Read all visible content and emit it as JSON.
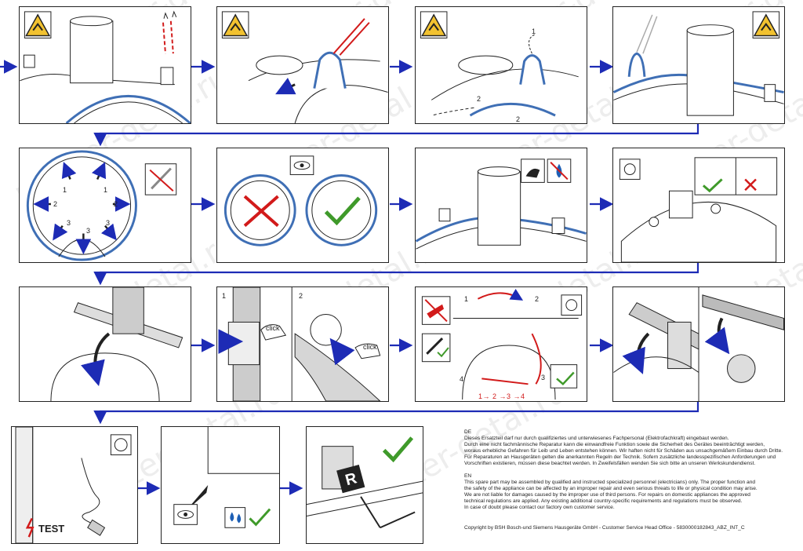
{
  "watermark": "master-detal.ru",
  "labels": {
    "click": "click",
    "sequence": "1→ 2 →3 →4",
    "test": "TEST",
    "n1": "1",
    "n2": "2",
    "n3": "3",
    "n4": "4"
  },
  "text": {
    "de_heading": "DE",
    "de_lines": [
      "Dieses Ersatzteil darf nur durch qualifiziertes und unterwiesenes Fachpersonal (Elektrofachkraft) eingebaut werden.",
      "Durch eine nicht fachmännische Reparatur kann die einwandfreie Funktion sowie die Sicherheit des Gerätes beeinträchtigt werden,",
      "woraus erhebliche Gefahren für Leib und Leben entstehen können. Wir haften nicht für Schäden aus unsachgemäßem Einbau durch Dritte.",
      "Für Reparaturen an Hausgeräten gelten die anerkannten Regeln der Technik. Sofern zusätzliche landesspezifischen Anforderungen und",
      "Vorschriften existieren, müssen diese beachtet werden. In Zweifelsfällen wenden Sie sich bitte an unseren Werkskundendienst."
    ],
    "en_heading": "EN",
    "en_lines": [
      "This spare part may be assembled by qualified and instructed specialized personnel (electricians) only. The proper function and",
      "the safety of the appliance can be affected by an improper repair and even serious threats to life or physical condition may arise.",
      "We are not liable for damages caused by the improper use of third persons. For repairs on domestic appliances the approved",
      "technical regulations are applied. Any existing additional country-specific requirements and regulations must be observed.",
      "In case of doubt please contact our factory own customer service."
    ],
    "copyright": "Copyright by BSH Bosch-und Siemens Hausgeräte GmbH - Customer Service Head Office - 5830000182843_ABZ_INT_C"
  },
  "colors": {
    "flow_arrow": "#1d2bb5",
    "gasket": "#3f6fb5",
    "warning_fill": "#f2c230",
    "ok_green": "#3f9a2a",
    "no_red": "#d21a1a"
  },
  "icons": [
    "hand-crush-warning-icon",
    "eye-icon",
    "no-tool-icon",
    "wipe-icon",
    "no-water-icon",
    "torx-20-icon",
    "tick-icon",
    "cross-icon",
    "test-bolt-icon"
  ]
}
